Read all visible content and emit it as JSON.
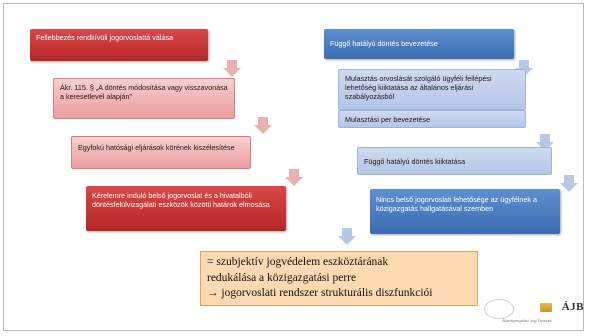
{
  "left_column": [
    {
      "text": "Fellebbezés rendkívüli jogorvoslattá válása"
    },
    {
      "text": "Ákr. 115. § „A döntés módosítása vagy visszavonása a keresetlevél alapján”"
    },
    {
      "text": "Egyfokú hatósági eljárások körének kiszélesítése"
    },
    {
      "text": "Kérelemre induló belső jogorvoslat és a hivatalbóli döntésfelülvizsgálati eszközök közötti határok elmosása"
    }
  ],
  "right_column": [
    {
      "text": "Függő hatályú döntés bevezetése"
    },
    {
      "text": "Mulasztás orvoslását szolgáló ügyféli fellépési lehetőség kiiktatása az általános eljárási szabályozásból"
    },
    {
      "text": "Mulasztási per bevezetése"
    },
    {
      "text": "Függő hatályú döntés kiiktatása"
    },
    {
      "text": "Nincs belső jogorvoslati lehetősége az ügyfélnek a közigazgatás hallgatásával szemben"
    }
  ],
  "summary": {
    "line1": "= szubjektív jogvédelem eszköztárának",
    "line2": "redukálása a közigazgatási perre",
    "line3_arrow": "→",
    "line3_text": " jogorvoslati rendszer strukturális diszfunkciói"
  },
  "logo": {
    "name": "ÁJB",
    "subtitle": "Államigazgatási Jogi Tanszék"
  },
  "colors": {
    "red": "#c0302f",
    "pink": "#f2b7b7",
    "blue": "#4a7cc0",
    "light_blue": "#c0d0ec",
    "summary_fill": "#fcd9b0"
  }
}
